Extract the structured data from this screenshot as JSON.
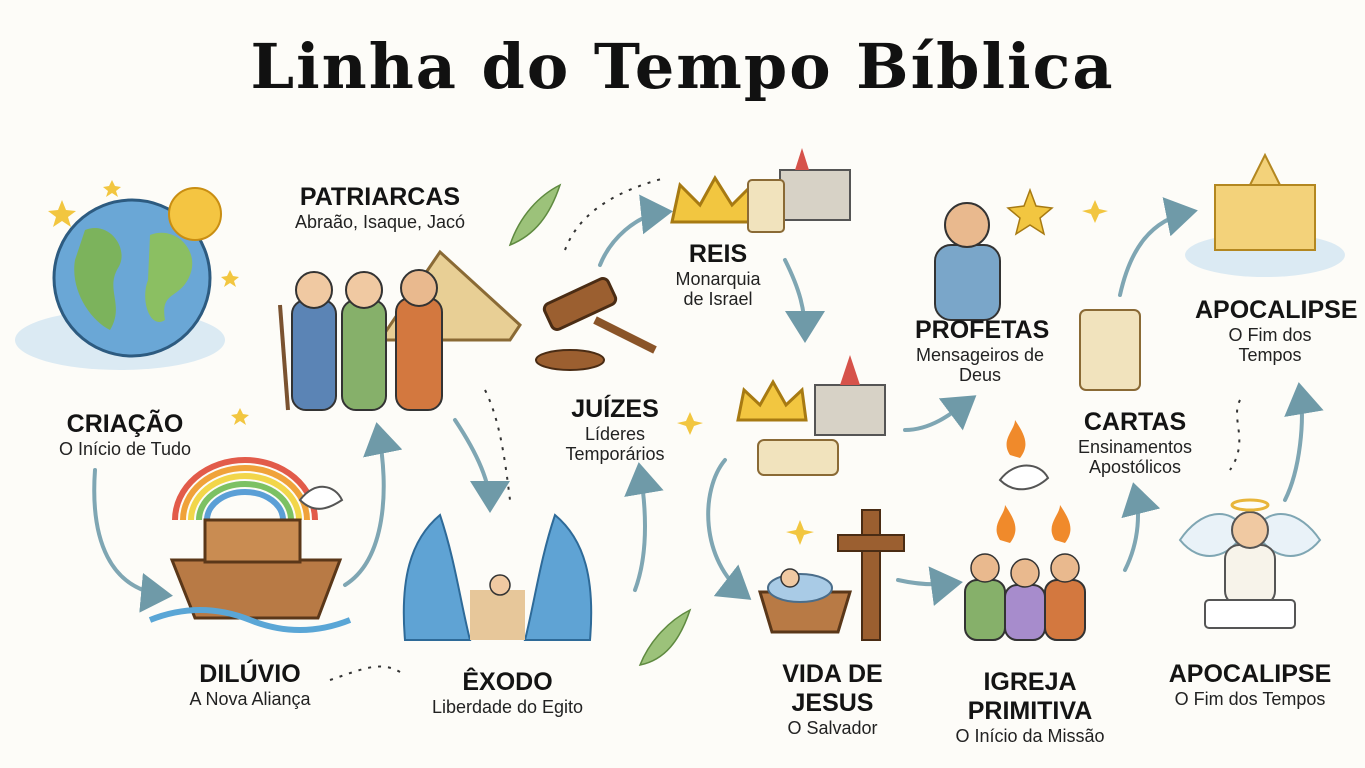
{
  "title": "Linha do Tempo Bíblica",
  "stages": [
    {
      "id": "criacao",
      "title": "CRIAÇÃO",
      "subtitle": "O Início de Tudo"
    },
    {
      "id": "patriarcas",
      "title": "PATRIARCAS",
      "subtitle": "Abraão, Isaque, Jacó"
    },
    {
      "id": "diluvio",
      "title": "DILÚVIO",
      "subtitle": "A Nova Aliança"
    },
    {
      "id": "exodo",
      "title": "ÊXODO",
      "subtitle": "Liberdade do Egito"
    },
    {
      "id": "juizes",
      "title": "JUÍZES",
      "subtitle": "Líderes Temporários"
    },
    {
      "id": "reis",
      "title": "REIS",
      "subtitle": "Monarquia de Israel"
    },
    {
      "id": "profetas",
      "title": "PROFETAS",
      "subtitle": "Mensageiros de Deus"
    },
    {
      "id": "vida-jesus",
      "title": "VIDA DE JESUS",
      "subtitle": "O Salvador"
    },
    {
      "id": "igreja",
      "title": "IGREJA PRIMITIVA",
      "subtitle": "O Início da Missão"
    },
    {
      "id": "cartas",
      "title": "CARTAS",
      "subtitle": "Ensinamentos Apostólicos"
    },
    {
      "id": "apocalipse-top",
      "title": "APOCALIPSE",
      "subtitle": "O Fim dos Tempos"
    },
    {
      "id": "apocalipse-bottom",
      "title": "APOCALIPSE",
      "subtitle": "O Fim dos Tempos"
    }
  ],
  "colors": {
    "arrow": "#6f9aa8",
    "ink": "#141414",
    "gold": "#e8b53a",
    "sky": "#cfe6f2"
  },
  "icons": [
    "globe-icon",
    "sun-icon",
    "tent-icon",
    "ark-icon",
    "rainbow-icon",
    "dove-icon",
    "sea-parting-icon",
    "gavel-icon",
    "crown-icon",
    "castle-icon",
    "scroll-icon",
    "prophet-icon",
    "manger-icon",
    "cross-icon",
    "flame-icon",
    "angel-icon",
    "heavenly-city-icon"
  ]
}
